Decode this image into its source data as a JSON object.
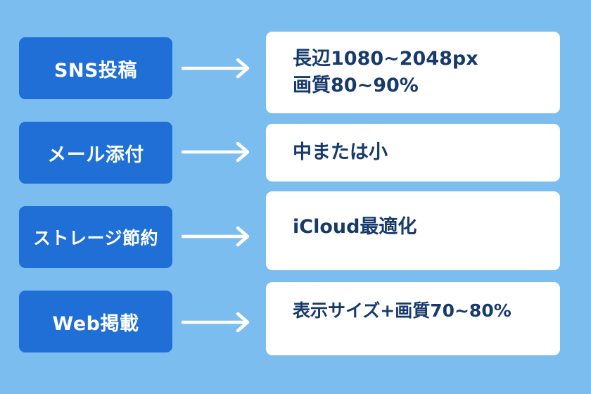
{
  "colors": {
    "background": "#7cbdf0",
    "label_fill": "#1f6fd6",
    "card_fill": "#ffffff",
    "card_text": "#173a6b",
    "arrow": "#ffffff"
  },
  "rows": [
    {
      "label": "SNS投稿",
      "value_lines": [
        "長辺1080~2048px",
        "画質80~90%"
      ]
    },
    {
      "label": "メール添付",
      "value_lines": [
        "中または小"
      ]
    },
    {
      "label": "ストレージ節約",
      "value_lines": [
        "iCloud最適化"
      ]
    },
    {
      "label": "Web掲載",
      "value_lines": [
        "表示サイズ+画質70~80%"
      ]
    }
  ],
  "arrow_icon": "right-arrow-icon"
}
